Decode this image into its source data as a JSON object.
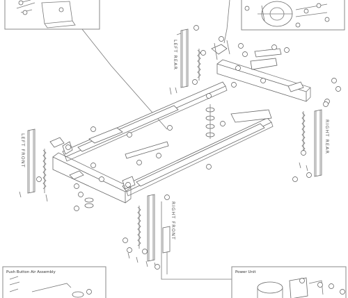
{
  "labels": {
    "left_rear": "LEFT REAR",
    "right_rear": "RIGHT REAR",
    "left_front": "LEFT FRONT",
    "right_front": "RIGHT FRONT"
  },
  "insets": {
    "push_button": "Push Button Air Assembly",
    "power_unit": "Power Unit"
  }
}
